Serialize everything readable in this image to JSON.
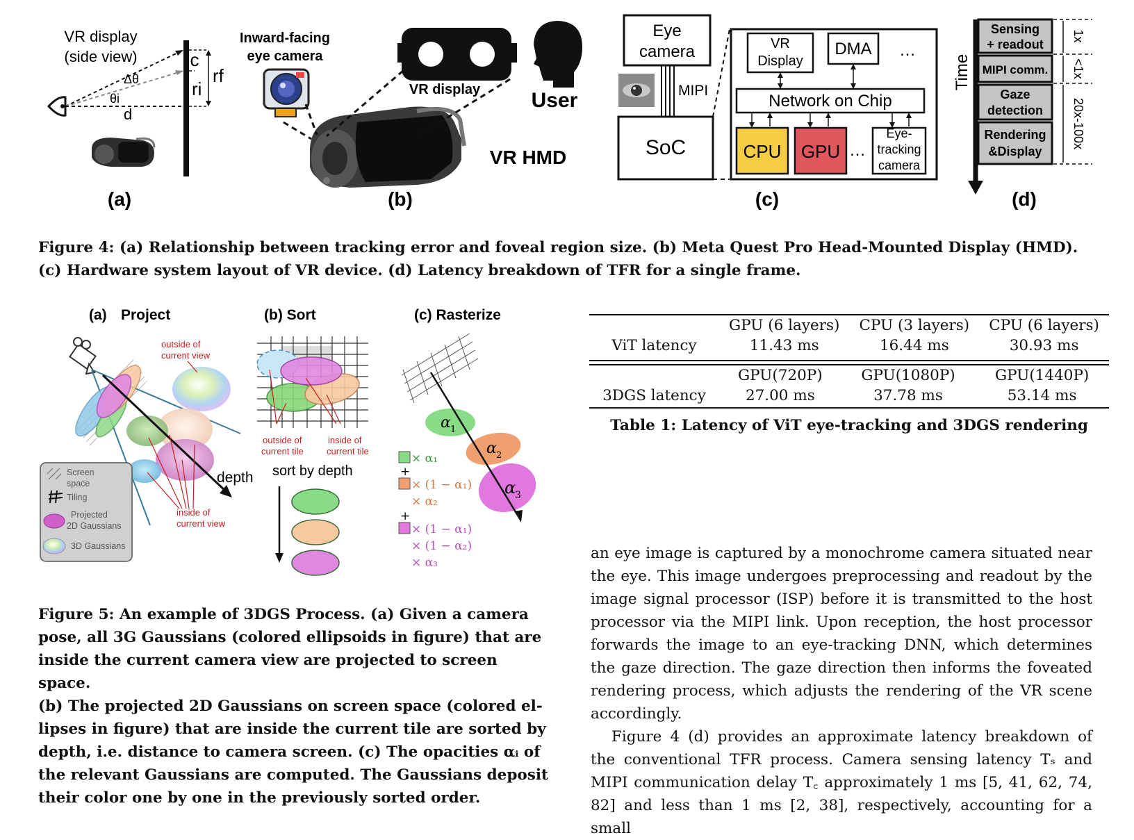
{
  "figure4": {
    "panel_a": {
      "label": "(a)",
      "vr_display_line1": "VR display",
      "vr_display_line2": "(side view)",
      "c": "c",
      "r_f": "rf",
      "r_i": "ri",
      "delta_theta": "Δθ",
      "theta_i": "θi",
      "d": "d"
    },
    "panel_b": {
      "label": "(b)",
      "inward_line1": "Inward-facing",
      "inward_line2": "eye camera",
      "vr_display": "VR display",
      "user": "User",
      "vr_hmd": "VR HMD"
    },
    "panel_c": {
      "label": "(c)",
      "eye_camera_line1": "Eye",
      "eye_camera_line2": "camera",
      "mipi": "MIPI",
      "soc": "SoC",
      "vr_display_line1": "VR",
      "vr_display_line2": "Display",
      "dma": "DMA",
      "ellipsis": "…",
      "noc": "Network on Chip",
      "cpu": "CPU",
      "gpu": "GPU",
      "eye_tracking_line1": "Eye-",
      "eye_tracking_line2": "tracking",
      "eye_tracking_line3": "camera",
      "colors": {
        "cpu": "#f5cd45",
        "gpu": "#e0585e"
      }
    },
    "panel_d": {
      "label": "(d)",
      "time": "Time",
      "blocks": [
        {
          "line1": "Sensing",
          "line2": "+ readout",
          "scale": "1x"
        },
        {
          "line1": "MIPI comm.",
          "line2": "",
          "scale": "<1x"
        },
        {
          "line1": "Gaze",
          "line2": "detection",
          "scale": "20x-100x"
        },
        {
          "line1": "Rendering",
          "line2": "&Display",
          "scale": ""
        }
      ]
    },
    "caption": "Figure 4: (a) Relationship between tracking error and foveal region size. (b) Meta Quest Pro Head-Mounted Display (HMD). (c) Hardware system layout of VR device. (d) Latency breakdown of TFR for a single frame."
  },
  "figure5": {
    "panel_a": {
      "title_label": "(a)",
      "title": "Project",
      "outside_view_line1": "outside of",
      "outside_view_line2": "current view",
      "inside_view_line1": "inside of",
      "inside_view_line2": "current view",
      "depth": "depth",
      "legend": [
        {
          "line1": "Screen",
          "line2": "space"
        },
        {
          "line1": "Tiling",
          "line2": ""
        },
        {
          "line1": "Projected",
          "line2": "2D Gaussians"
        },
        {
          "line1": "3D Gaussians",
          "line2": ""
        }
      ]
    },
    "panel_b": {
      "title": "(b) Sort",
      "outside_tile_line1": "outside of",
      "outside_tile_line2": "current tile",
      "inside_tile_line1": "inside of",
      "inside_tile_line2": "current tile",
      "sort_by_depth": "sort by depth"
    },
    "panel_c": {
      "title": "(c) Rasterize",
      "alpha1": "α",
      "alpha1_sub": "1",
      "alpha2": "α",
      "alpha2_sub": "2",
      "alpha3": "α",
      "alpha3_sub": "3",
      "formula_green": "× α₁",
      "plus1": "+",
      "formula_orange_1": "× (1 − α₁)",
      "formula_orange_2": "× α₂",
      "plus2": "+",
      "formula_pink_1": "× (1 − α₁)",
      "formula_pink_2": "× (1 − α₂)",
      "formula_pink_3": "× α₃"
    },
    "caption_lines": [
      "Figure 5: An example of 3DGS Process. (a) Given a camera",
      "pose, all 3G Gaussians (colored ellipsoids in figure) that are",
      "inside the current camera view are projected to screen space.",
      "(b) The projected 2D Gaussians on screen space (colored el-",
      "lipses in figure) that are inside the current tile are sorted by",
      "depth, i.e. distance to camera screen. (c) The opacities αᵢ of",
      "the relevant Gaussians are computed. The Gaussians deposit",
      "their color one by one in the previously sorted order."
    ]
  },
  "table1": {
    "row1": {
      "headers": [
        "GPU (6 layers)",
        "CPU (3 layers)",
        "CPU (6 layers)"
      ],
      "label": "ViT latency",
      "values": [
        "11.43 ms",
        "16.44 ms",
        "30.93 ms"
      ]
    },
    "row2": {
      "headers": [
        "GPU(720P)",
        "GPU(1080P)",
        "GPU(1440P)"
      ],
      "label": "3DGS latency",
      "values": [
        "27.00 ms",
        "37.78 ms",
        "53.14 ms"
      ]
    },
    "caption": "Table 1: Latency of ViT eye-tracking and 3DGS rendering"
  },
  "body": {
    "paragraph1": "an eye image is captured by a monochrome camera situated near the eye. This image undergoes preprocessing and readout by the image signal processor (ISP) before it is transmitted to the host processor via the MIPI link. Upon reception, the host processor forwards the image to an eye-tracking DNN, which determines the gaze direction. The gaze direction then informs the foveated rendering process, which adjusts the rendering of the VR scene accordingly.",
    "paragraph2": "Figure 4 (d) provides an approximate latency breakdown of the conventional TFR process. Camera sensing latency Tₛ and MIPI communication delay T꜀ approximately 1 ms [5, 41, 62, 74, 82] and less than 1 ms [2, 38], respectively, accounting for a small"
  }
}
